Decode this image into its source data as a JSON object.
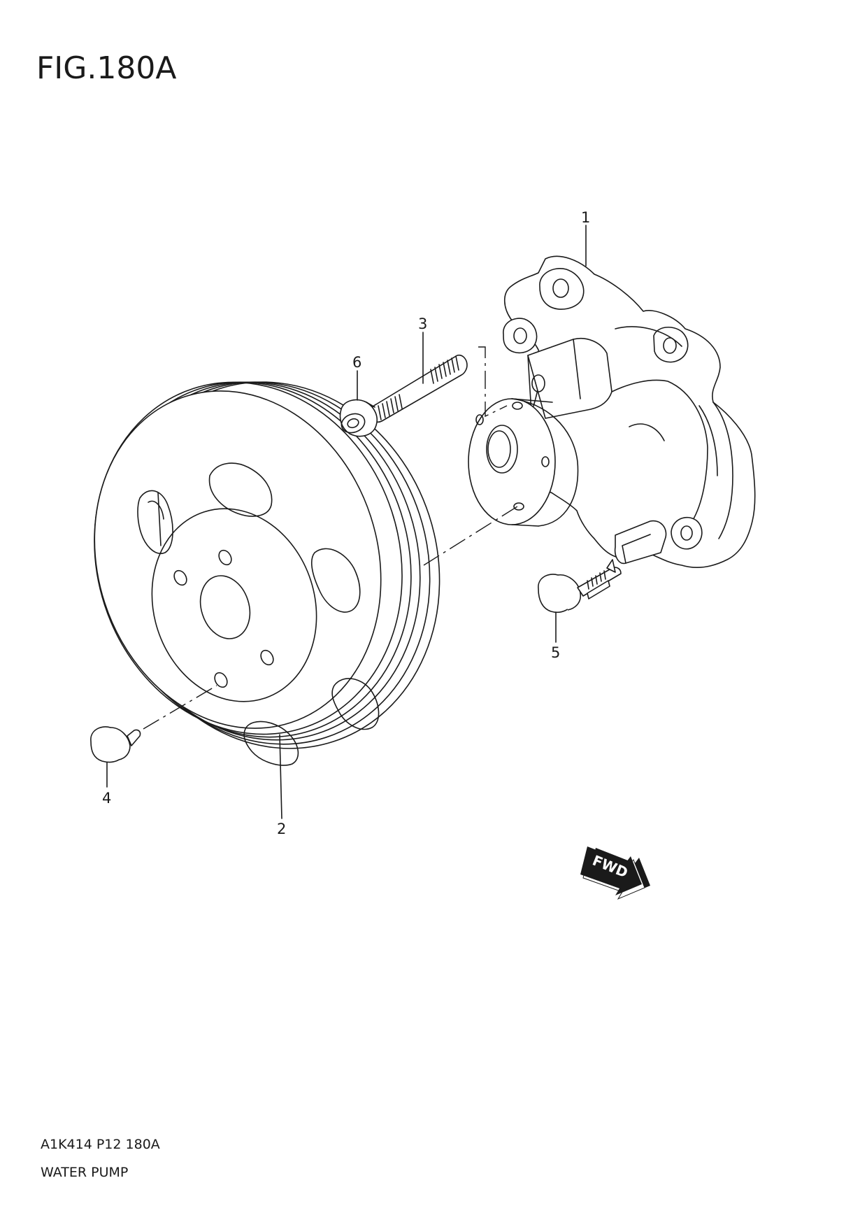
{
  "figure": {
    "title": "FIG.180A"
  },
  "callouts": [
    {
      "number": "1"
    },
    {
      "number": "2"
    },
    {
      "number": "3"
    },
    {
      "number": "4"
    },
    {
      "number": "5"
    },
    {
      "number": "6"
    }
  ],
  "direction_badge": {
    "text": "FWD"
  },
  "footer": {
    "code": "A1K414 P12 180A",
    "name": "WATER PUMP"
  }
}
